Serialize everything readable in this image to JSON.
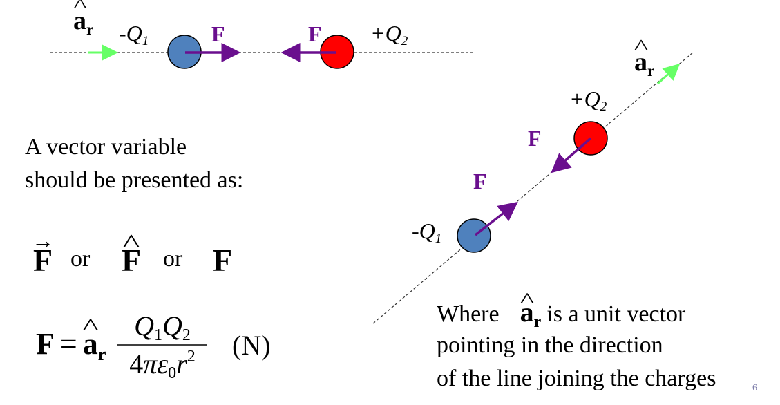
{
  "colors": {
    "negative_charge": "#4f81bd",
    "positive_charge": "#ff0000",
    "force_arrow": "#6a0f8e",
    "unit_vector_arrow": "#66ff66",
    "line": "#333333"
  },
  "top_diagram": {
    "unit_vector_symbol": "a",
    "unit_vector_subscript": "r",
    "charge1_label": "-Q",
    "charge1_subscript": "1",
    "charge2_label": "+Q",
    "charge2_subscript": "2",
    "force_left_label": "F",
    "force_right_label": "F"
  },
  "slanted_diagram": {
    "unit_vector_symbol": "a",
    "unit_vector_subscript": "r",
    "charge1_label": "-Q",
    "charge1_subscript": "1",
    "charge2_label": "+Q",
    "charge2_subscript": "2",
    "force_upper_label": "F",
    "force_lower_label": "F"
  },
  "text": {
    "line1": "A vector variable",
    "line2": "should be presented as:",
    "notation_1": "F",
    "or_1": "or",
    "notation_2": "F",
    "or_2": "or",
    "notation_3": "F"
  },
  "formula": {
    "lhs": "F",
    "equals": "=",
    "unit_vector": "a",
    "unit_subscript": "r",
    "num_q1": "Q",
    "num_sub1": "1",
    "num_q2": "Q",
    "num_sub2": "2",
    "den_4": "4",
    "den_pi": "π",
    "den_eps": "ε",
    "den_eps_sub": "0",
    "den_r": "r",
    "den_r_sup": "2",
    "unit": "(N)"
  },
  "caption": {
    "where": "Where",
    "unit_vector": "a",
    "unit_subscript": "r",
    "line1_rest": "is a unit vector",
    "line2": "pointing in the direction",
    "line3": "of the line joining the charges"
  },
  "page_number": "6"
}
